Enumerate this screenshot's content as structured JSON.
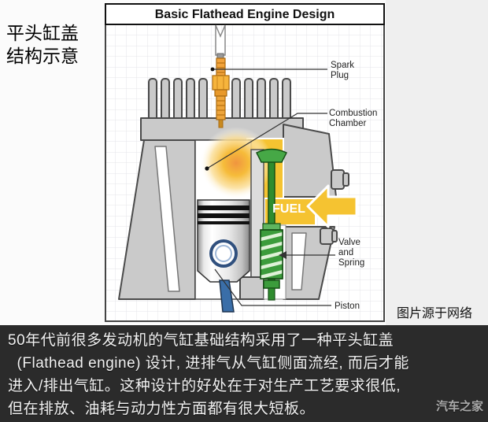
{
  "heading": {
    "line1": "平头缸盖",
    "line2": "结构示意"
  },
  "diagram": {
    "title": "Basic Flathead Engine Design",
    "labels": {
      "spark_plug": [
        "Spark",
        "Plug"
      ],
      "combustion_chamber": [
        "Combustion",
        "Chamber"
      ],
      "valve_spring": [
        "Valve",
        "and",
        "Spring"
      ],
      "piston": "Piston",
      "fuel": "FUEL"
    },
    "source_note": "图片源于网络",
    "colors": {
      "fuel_yellow": "#F5C331",
      "block_gray": "#CACACA",
      "outline_gray": "#4A4A4A",
      "valve_green": "#3C9C3C",
      "plug_orange": "#F0A435",
      "rod_blue": "#3A6EA8",
      "caption_bg": "#2B2B2B"
    }
  },
  "caption": {
    "lines": [
      "50年代前很多发动机的气缸基础结构采用了一种平头缸盖",
      "  (Flathead engine) 设计, 进排气从气缸侧面流经, 而后才能",
      "进入/排出气缸。这种设计的好处在于对生产工艺要求很低,",
      "但在排放、油耗与动力性方面都有很大短板。"
    ]
  },
  "watermark": "汽车之家"
}
